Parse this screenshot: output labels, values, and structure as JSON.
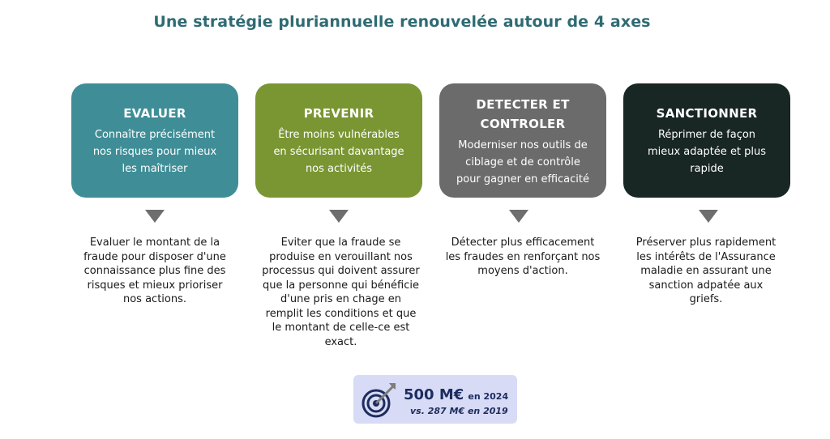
{
  "title": "Une stratégie pluriannuelle renouvelée autour de 4 axes",
  "colors": {
    "title": "#2f6b73",
    "axis_1": "#3f8e97",
    "axis_2": "#7a9633",
    "axis_3": "#6b6b6b",
    "axis_4": "#182624",
    "badge_bg": "#d7dbf5",
    "badge_text": "#1d2c5e"
  },
  "axes": [
    {
      "name": "EVALUER",
      "description_lines": [
        "Connaître précisément",
        "nos risques pour mieux",
        "les maîtriser"
      ],
      "detail_lines": [
        "Evaluer le montant de la",
        "fraude pour disposer d'une",
        "connaissance plus fine des",
        "risques et mieux prioriser",
        "nos actions."
      ]
    },
    {
      "name": "PREVENIR",
      "description_lines": [
        "Être moins vulnérables",
        "en sécurisant davantage",
        "nos activités"
      ],
      "detail_lines": [
        "Eviter que la fraude se",
        "produise en verouillant nos",
        "processus qui doivent assurer",
        "que la personne qui bénéficie",
        "d'une pris en chage en",
        "remplit les conditions et que",
        "le montant de celle-ce est",
        "exact."
      ]
    },
    {
      "name_lines": [
        "DETECTER ET",
        "CONTROLER"
      ],
      "description_lines": [
        "Moderniser nos outils de",
        "ciblage et de contrôle",
        "pour gagner en efficacité"
      ],
      "detail_lines": [
        "Détecter plus efficacement",
        "les fraudes en renforçant nos",
        "moyens d'action."
      ]
    },
    {
      "name": "SANCTIONNER",
      "description_lines": [
        "Réprimer de façon",
        "mieux adaptée et plus",
        "rapide"
      ],
      "detail_lines": [
        "Préserver plus rapidement",
        "les intérêts de l'Assurance",
        "maladie en assurant une",
        "sanction adpatée aux",
        "griefs."
      ]
    }
  ],
  "result": {
    "icon": "target-with-arrow-icon",
    "amount": "500 M€",
    "year_label": "en 2024",
    "comparison": "vs. 287 M€ en 2019"
  }
}
